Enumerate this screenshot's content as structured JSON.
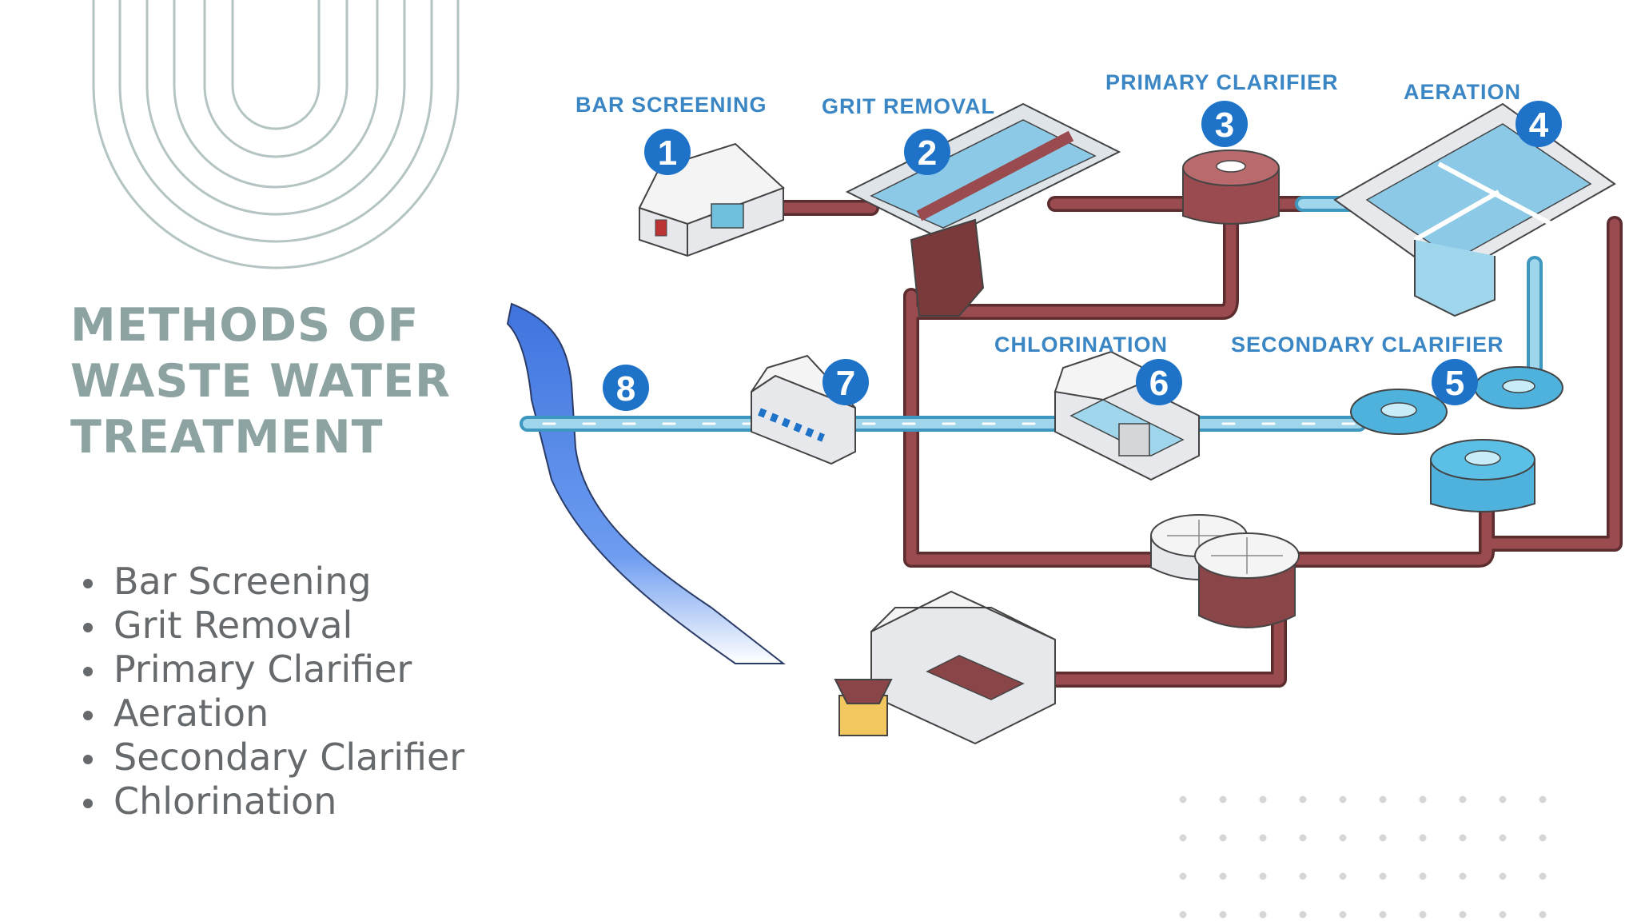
{
  "title_lines": [
    "METHODS OF",
    "WASTE WATER",
    "TREATMENT"
  ],
  "methods": [
    "Bar Screening",
    "Grit Removal",
    "Primary Clarifier",
    "Aeration",
    "Secondary Clarifier",
    "Chlorination"
  ],
  "diagram": {
    "labels": {
      "bar_screening": "BAR SCREENING",
      "grit_removal": "GRIT REMOVAL",
      "primary_clarifier": "PRIMARY CLARIFIER",
      "aeration": "AERATION",
      "chlorination": "CHLORINATION",
      "secondary_clarifier": "SECONDARY CLARIFIER"
    },
    "steps": [
      "1",
      "2",
      "3",
      "4",
      "5",
      "6",
      "7",
      "8"
    ]
  },
  "colors": {
    "title": "#8ca3a2",
    "list_text": "#666a6c",
    "arches": "#b3c4c3",
    "label_blue": "#3a86c4",
    "badge_blue": "#1e73c9",
    "sludge_pipe": "#8a4548",
    "clean_pipe": "#6fbfdd",
    "river": "#4a7fe0",
    "dots": "#d4d6d8"
  }
}
